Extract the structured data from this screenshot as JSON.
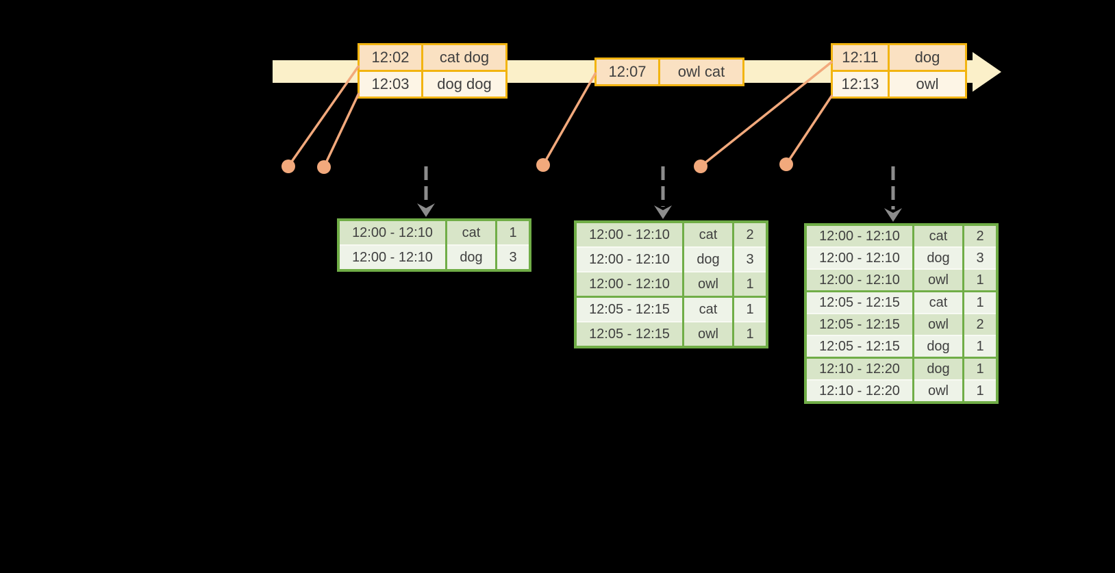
{
  "timeline": {
    "events": [
      {
        "rows": [
          {
            "time": "12:02",
            "words": "cat dog"
          },
          {
            "time": "12:03",
            "words": "dog dog"
          }
        ]
      },
      {
        "rows": [
          {
            "time": "12:07",
            "words": "owl cat"
          }
        ]
      },
      {
        "rows": [
          {
            "time": "12:11",
            "words": "dog"
          },
          {
            "time": "12:13",
            "words": "owl"
          }
        ]
      }
    ]
  },
  "result_tables": [
    {
      "rows": [
        {
          "window": "12:00 - 12:10",
          "word": "cat",
          "count": "1"
        },
        {
          "window": "12:00 - 12:10",
          "word": "dog",
          "count": "3"
        }
      ]
    },
    {
      "rows": [
        {
          "window": "12:00 - 12:10",
          "word": "cat",
          "count": "2"
        },
        {
          "window": "12:00 - 12:10",
          "word": "dog",
          "count": "3"
        },
        {
          "window": "12:00 - 12:10",
          "word": "owl",
          "count": "1"
        },
        {
          "window": "12:05 - 12:15",
          "word": "cat",
          "count": "1"
        },
        {
          "window": "12:05 - 12:15",
          "word": "owl",
          "count": "1"
        }
      ]
    },
    {
      "rows": [
        {
          "window": "12:00 - 12:10",
          "word": "cat",
          "count": "2"
        },
        {
          "window": "12:00 - 12:10",
          "word": "dog",
          "count": "3"
        },
        {
          "window": "12:00 - 12:10",
          "word": "owl",
          "count": "1"
        },
        {
          "window": "12:05 - 12:15",
          "word": "cat",
          "count": "1"
        },
        {
          "window": "12:05 - 12:15",
          "word": "owl",
          "count": "2"
        },
        {
          "window": "12:05 - 12:15",
          "word": "dog",
          "count": "1"
        },
        {
          "window": "12:10 - 12:20",
          "word": "dog",
          "count": "1"
        },
        {
          "window": "12:10 - 12:20",
          "word": "owl",
          "count": "1"
        }
      ]
    }
  ],
  "colors": {
    "background": "#000000",
    "timeline_band": "#FBF0C9",
    "gold_border": "#F2B411",
    "peach_fill": "#FAE1C2",
    "cream_fill": "#FDF5E6",
    "salmon_accent": "#F2A97C",
    "green_border": "#70AD47",
    "green_dark_fill": "#D8E5C8",
    "green_light_fill": "#EEF3E8",
    "gray_arrow": "#8C8C8C",
    "text": "#3F3F3F"
  }
}
